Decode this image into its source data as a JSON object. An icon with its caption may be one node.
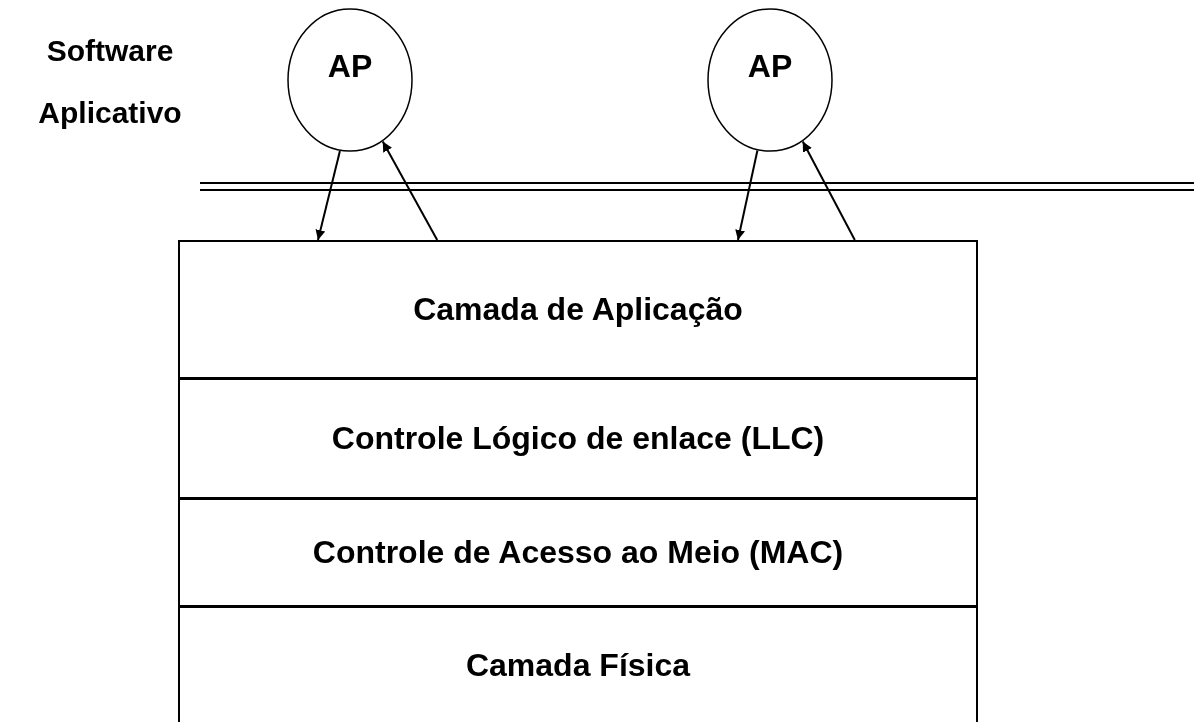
{
  "diagram": {
    "nodes": [
      {
        "text": [
          "AP"
        ]
      },
      {
        "text": [
          "AP"
        ]
      },
      {
        "text": [
          "Camada de Aplicação"
        ]
      },
      {
        "text": [
          "Controle Lógico de enlace (LLC)"
        ]
      },
      {
        "text": [
          "Controle de Acesso ao Meio (MAC)"
        ]
      },
      {
        "text": [
          "Camada Física"
        ]
      }
    ],
    "edges": [
      {
        "from": 0,
        "to": 2,
        "arrow": "to"
      },
      {
        "from": 2,
        "to": 0,
        "arrow": "to"
      },
      {
        "from": 1,
        "to": 2,
        "arrow": "to"
      },
      {
        "from": 2,
        "to": 1,
        "arrow": "to"
      }
    ],
    "labels": [
      "Software Aplicativo"
    ]
  }
}
